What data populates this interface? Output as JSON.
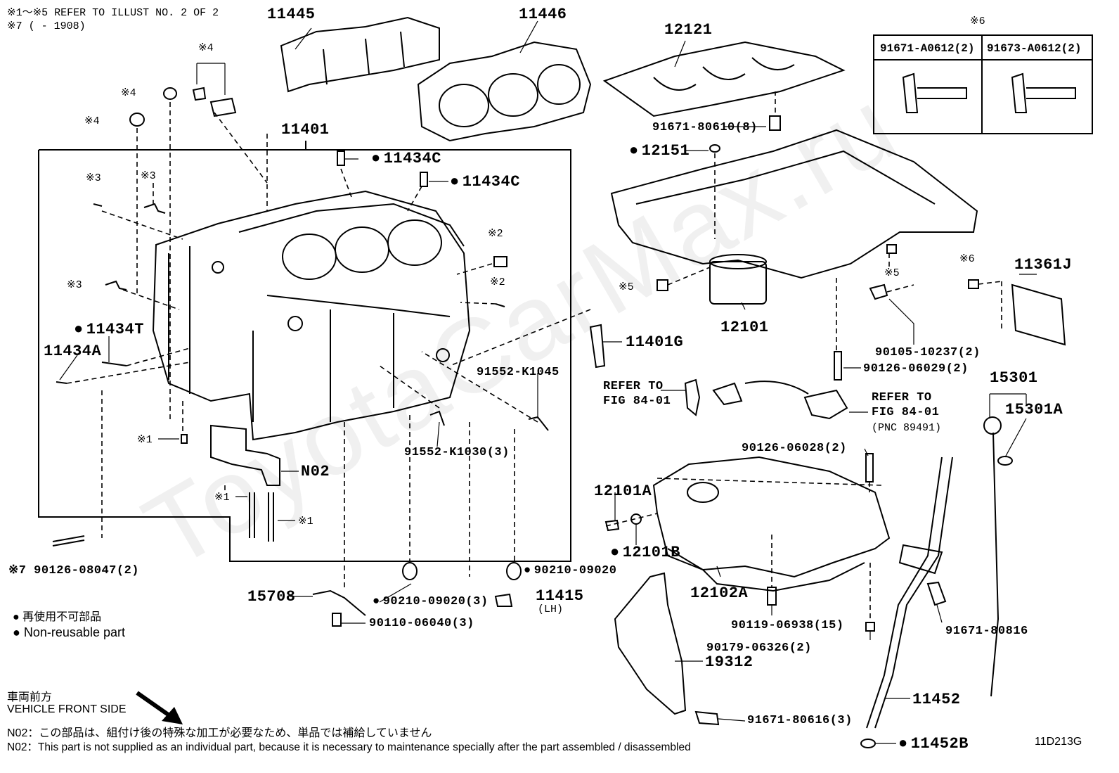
{
  "header": {
    "line1": "※1～※5 REFER TO ILLUST NO. 2 OF 2",
    "line2": "※7 (        - 1908)"
  },
  "watermark": "ToyotaCarMax.ru",
  "labels": {
    "p11445": "11445",
    "p11446": "11446",
    "p12121": "12121",
    "p11401": "11401",
    "p11434C_a": "11434C",
    "p11434C_b": "11434C",
    "p11434T": "11434T",
    "p11434A": "11434A",
    "p11401G": "11401G",
    "p12151": "12151",
    "p12101": "12101",
    "p91671_80610": "91671-80610(8)",
    "p90105_10237": "90105-10237(2)",
    "p90126_06029": "90126-06029(2)",
    "p91552_K1045": "91552-K1045",
    "p91552_K1030": "91552-K1030(3)",
    "pN02": "N02",
    "p90126_08047": "90126-08047(2)",
    "p15708": "15708",
    "p90110_06040": "90110-06040(3)",
    "p90210_09020_3": "90210-09020(3)",
    "p90210_09020": "90210-09020",
    "p11415": "11415",
    "p11415_lh": "(LH)",
    "p12101A": "12101A",
    "p12101B": "12101B",
    "p12102A": "12102A",
    "p90126_06028": "90126-06028(2)",
    "p90119_06938": "90119-06938(15)",
    "p90179_06326": "90179-06326(2)",
    "p19312": "19312",
    "p91671_80616": "91671-80616(3)",
    "p11452": "11452",
    "p11452B": "11452B",
    "p15301": "15301",
    "p15301A": "15301A",
    "p91671_80816": "91671-80816",
    "p11361J": "11361J",
    "refer_a1": "REFER TO",
    "refer_a2": "FIG 84-01",
    "refer_b1": "REFER TO",
    "refer_b2": "FIG 84-01",
    "refer_b3": "(PNC 89491)",
    "m1_a": "※1",
    "m1_b": "※1",
    "m1_c": "※1",
    "m2_a": "※2",
    "m2_b": "※2",
    "m3_a": "※3",
    "m3_b": "※3",
    "m3_c": "※3",
    "m4_a": "※4",
    "m4_b": "※4",
    "m4_c": "※4",
    "m5_a": "※5",
    "m5_b": "※5",
    "m6_a": "※6",
    "m6_b": "※6",
    "m7": "※7"
  },
  "ref6_table": {
    "col1": "91671-A0612(2)",
    "col2": "91673-A0612(2)"
  },
  "legend": {
    "jp": "再使用不可部品",
    "en": "Non-reusable part"
  },
  "front": {
    "jp": "車両前方",
    "en": "VEHICLE FRONT SIDE"
  },
  "footnote": {
    "jp": "N02：この部品は、組付け後の特殊な加工が必要なため、単品では補給していません",
    "en": "N02：This part is not supplied as an individual part, because it is necessary to maintenance specially after the part assembled / disassembled"
  },
  "illustration_id": "11D213G"
}
